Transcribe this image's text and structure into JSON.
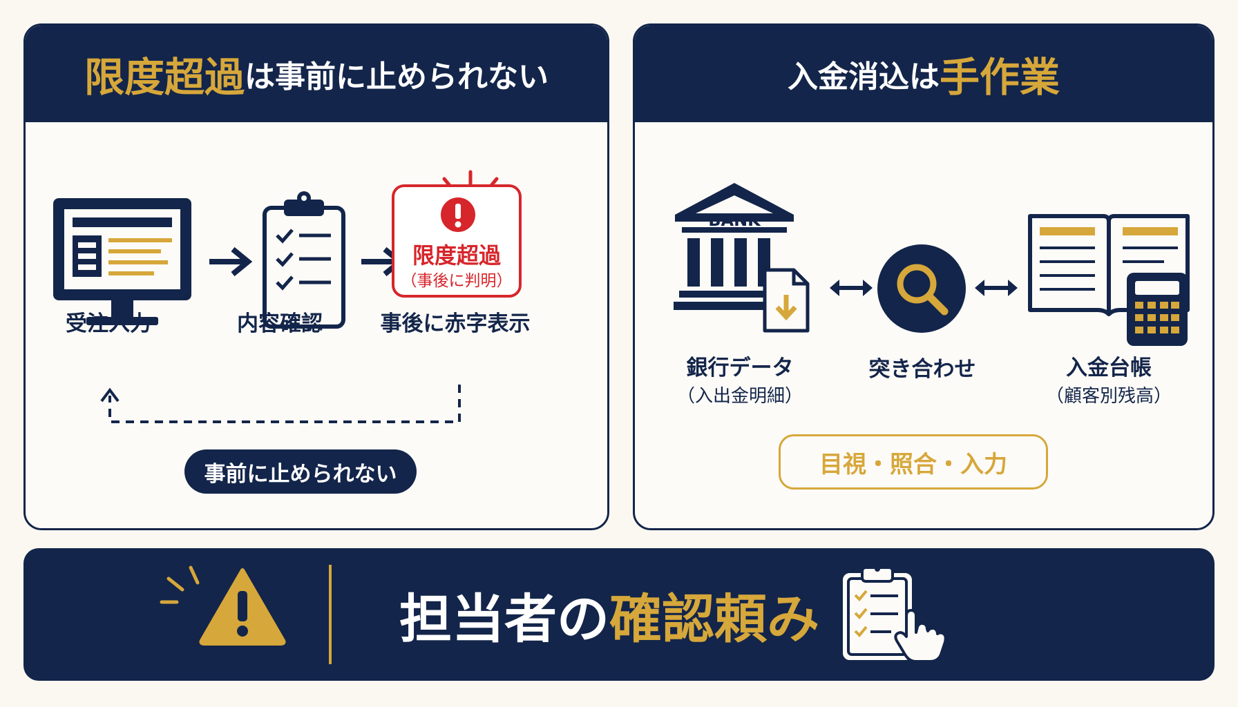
{
  "left_panel": {
    "title_highlight": "限度超過",
    "title_rest": "は事前に止められない",
    "steps": [
      {
        "label": "受注入力"
      },
      {
        "label": "内容確認"
      },
      {
        "label": "事後に赤字表示"
      }
    ],
    "alert": {
      "title": "限度超過",
      "subtitle": "（事後に判明）"
    },
    "pill": "事前に止められない"
  },
  "right_panel": {
    "title_rest": "入金消込は",
    "title_highlight": "手作業",
    "bank_sign": "BANK",
    "items": [
      {
        "label": "銀行データ",
        "sublabel": "（入出金明細）"
      },
      {
        "label": "突き合わせ"
      },
      {
        "label": "入金台帳",
        "sublabel": "（顧客別残高）"
      }
    ],
    "pill": "目視・照合・入力"
  },
  "banner": {
    "text_plain": "担当者の",
    "text_highlight": "確認頼み"
  },
  "colors": {
    "navy": "#13254a",
    "gold": "#d6a73a",
    "red": "#d6262b",
    "background": "#fbf8f2"
  },
  "icons": {
    "monitor": "monitor-icon",
    "clipboard": "clipboard-checklist-icon",
    "alert": "exclamation-circle-icon",
    "bank": "bank-icon",
    "download_doc": "download-document-icon",
    "magnifier": "magnifier-icon",
    "ledger": "open-ledger-icon",
    "calculator": "calculator-icon",
    "warning": "warning-triangle-icon",
    "hand_clipboard": "clipboard-pointer-icon"
  }
}
